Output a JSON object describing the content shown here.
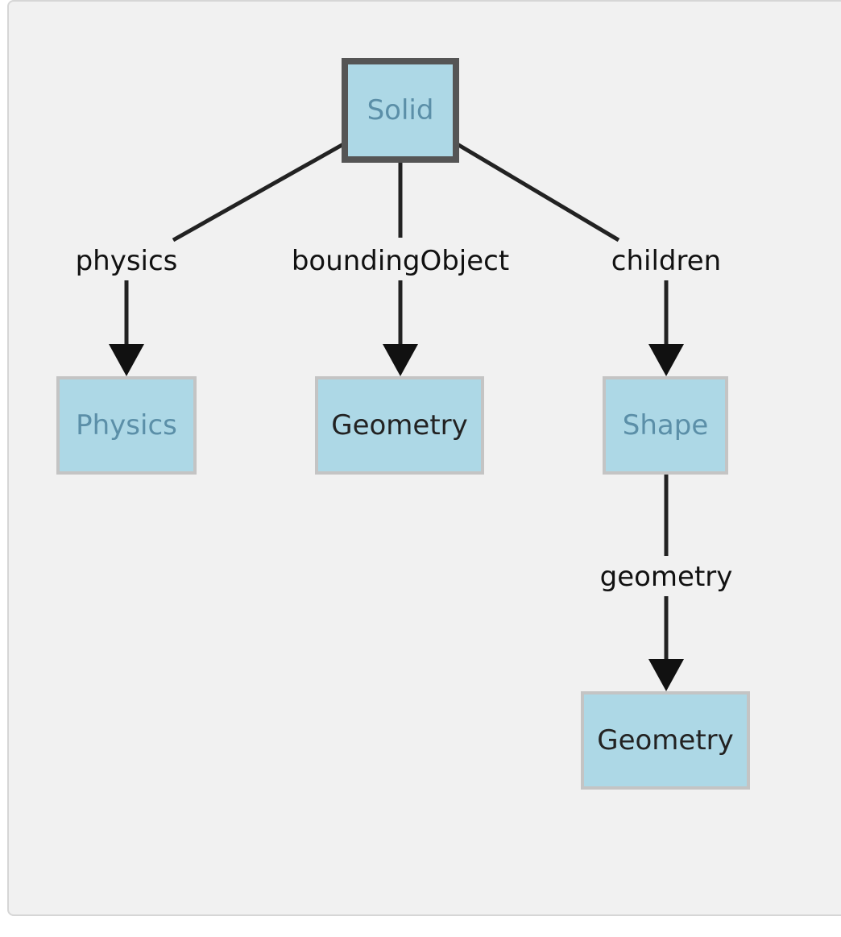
{
  "diagram": {
    "nodes": [
      {
        "id": "solid",
        "label": "Solid",
        "selected": true,
        "text_color": "#5b8fa8"
      },
      {
        "id": "physics",
        "label": "Physics",
        "selected": false,
        "text_color": "#5b8fa8"
      },
      {
        "id": "geometry1",
        "label": "Geometry",
        "selected": false,
        "text_color": "#222222"
      },
      {
        "id": "shape",
        "label": "Shape",
        "selected": false,
        "text_color": "#5b8fa8"
      },
      {
        "id": "geometry2",
        "label": "Geometry",
        "selected": false,
        "text_color": "#222222"
      }
    ],
    "edges": [
      {
        "from": "solid",
        "to": "physics",
        "label": "physics"
      },
      {
        "from": "solid",
        "to": "geometry1",
        "label": "boundingObject"
      },
      {
        "from": "solid",
        "to": "shape",
        "label": "children"
      },
      {
        "from": "shape",
        "to": "geometry2",
        "label": "geometry"
      }
    ],
    "colors": {
      "node_fill": "#add8e6",
      "node_border": "#c4c4c4",
      "selected_border": "#555555",
      "edge": "#222222",
      "panel_bg": "#f1f1f1"
    }
  }
}
